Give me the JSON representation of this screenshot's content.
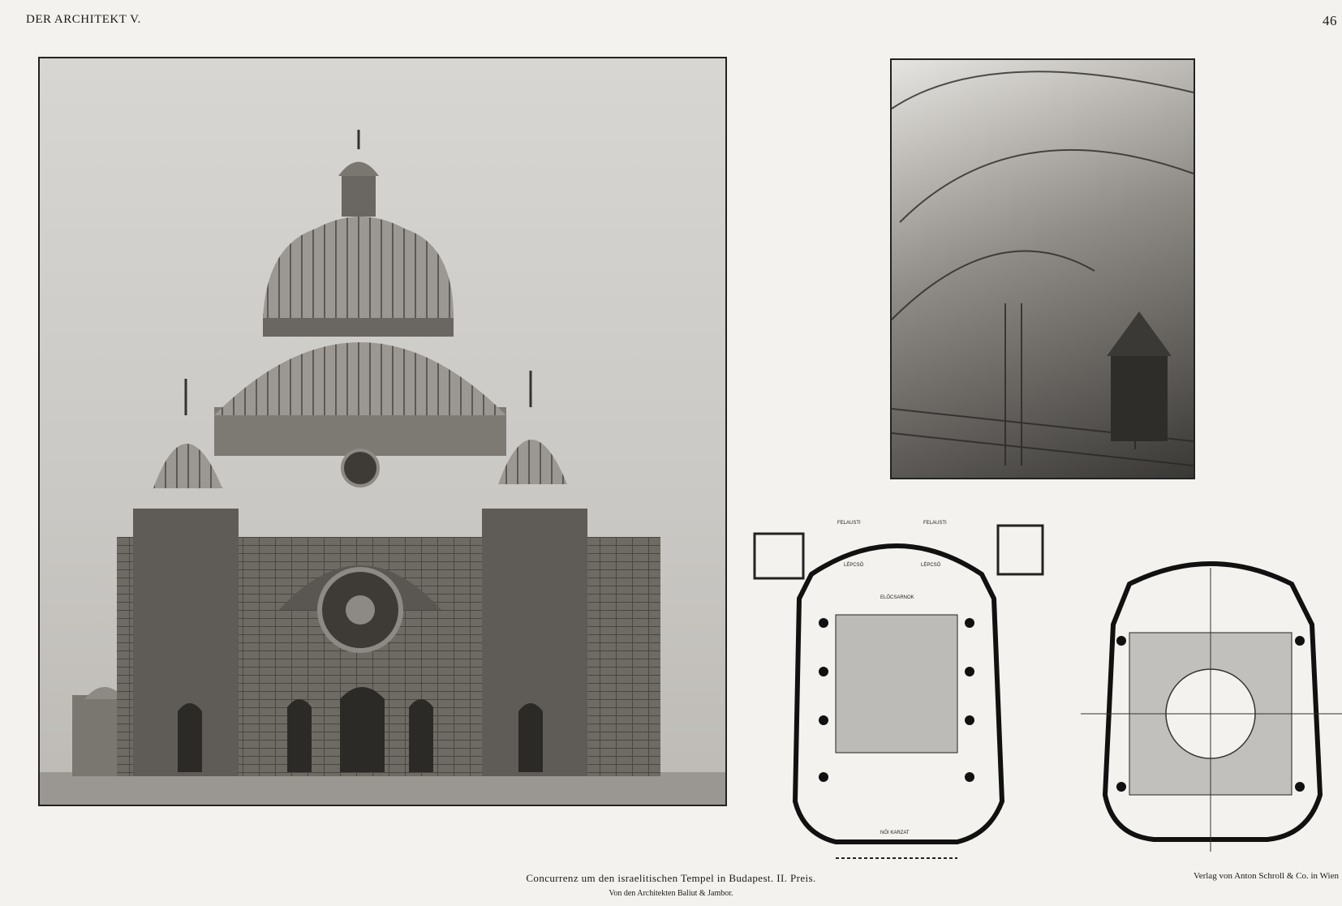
{
  "header": {
    "left": "DER ARCHITEKT V.",
    "right": "46"
  },
  "plates": {
    "exterior": {},
    "interior": {},
    "ground_plan": {
      "labels": [
        "FELAUSTI",
        "FELAUSTI",
        "ELŐCSARNOK",
        "LÉPCSŐ",
        "LÉPCSŐ",
        "NŐI KARZAT"
      ]
    },
    "gallery_plan": {}
  },
  "captions": {
    "main": "Concurrenz um den israelitischen Tempel in Budapest. II. Preis.",
    "sub": "Von den Architekten Baliut & Jambor.",
    "publisher": "Verlag von Anton Schroll & Co. in Wien"
  }
}
